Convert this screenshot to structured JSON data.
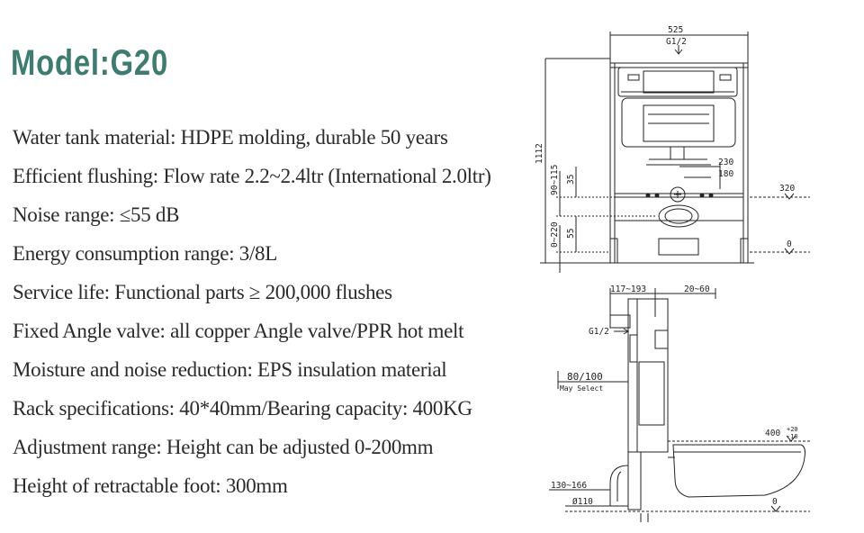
{
  "title": "Model:G20",
  "specs": [
    "Water tank material: HDPE molding, durable 50 years",
    "Efficient flushing: Flow rate 2.2~2.4ltr (International 2.0ltr)",
    "Noise range: ≤55 dB",
    "Energy consumption range: 3/8L",
    "Service life: Functional parts ≥ 200,000 flushes",
    "Fixed Angle valve: all copper Angle valve/PPR hot melt",
    "Moisture and noise reduction: EPS insulation material",
    "Rack specifications: 40*40mm/Bearing capacity: 400KG",
    "Adjustment range: Height can be adjusted 0-200mm",
    "Height of retractable foot: 300mm"
  ],
  "front_drawing": {
    "width_label": "525",
    "inlet_label": "G1/2",
    "height_label": "1112",
    "dim_230": "230",
    "dim_180": "180",
    "dim_35": "35",
    "dim_90_115": "90~115",
    "dim_55": "55",
    "dim_0_220": "0~220",
    "level_320": "320",
    "level_0": "0"
  },
  "side_drawing": {
    "dim_117_193": "117~193",
    "dim_20_60": "20~60",
    "inlet_label": "G1/2",
    "dim_80_100": "80/100",
    "may_select": "May Select",
    "level_400": "400",
    "tol_plus": "+20",
    "tol_minus": "-10",
    "dim_130_166": "130~166",
    "dia_110": "Ø110",
    "level_0": "0"
  }
}
